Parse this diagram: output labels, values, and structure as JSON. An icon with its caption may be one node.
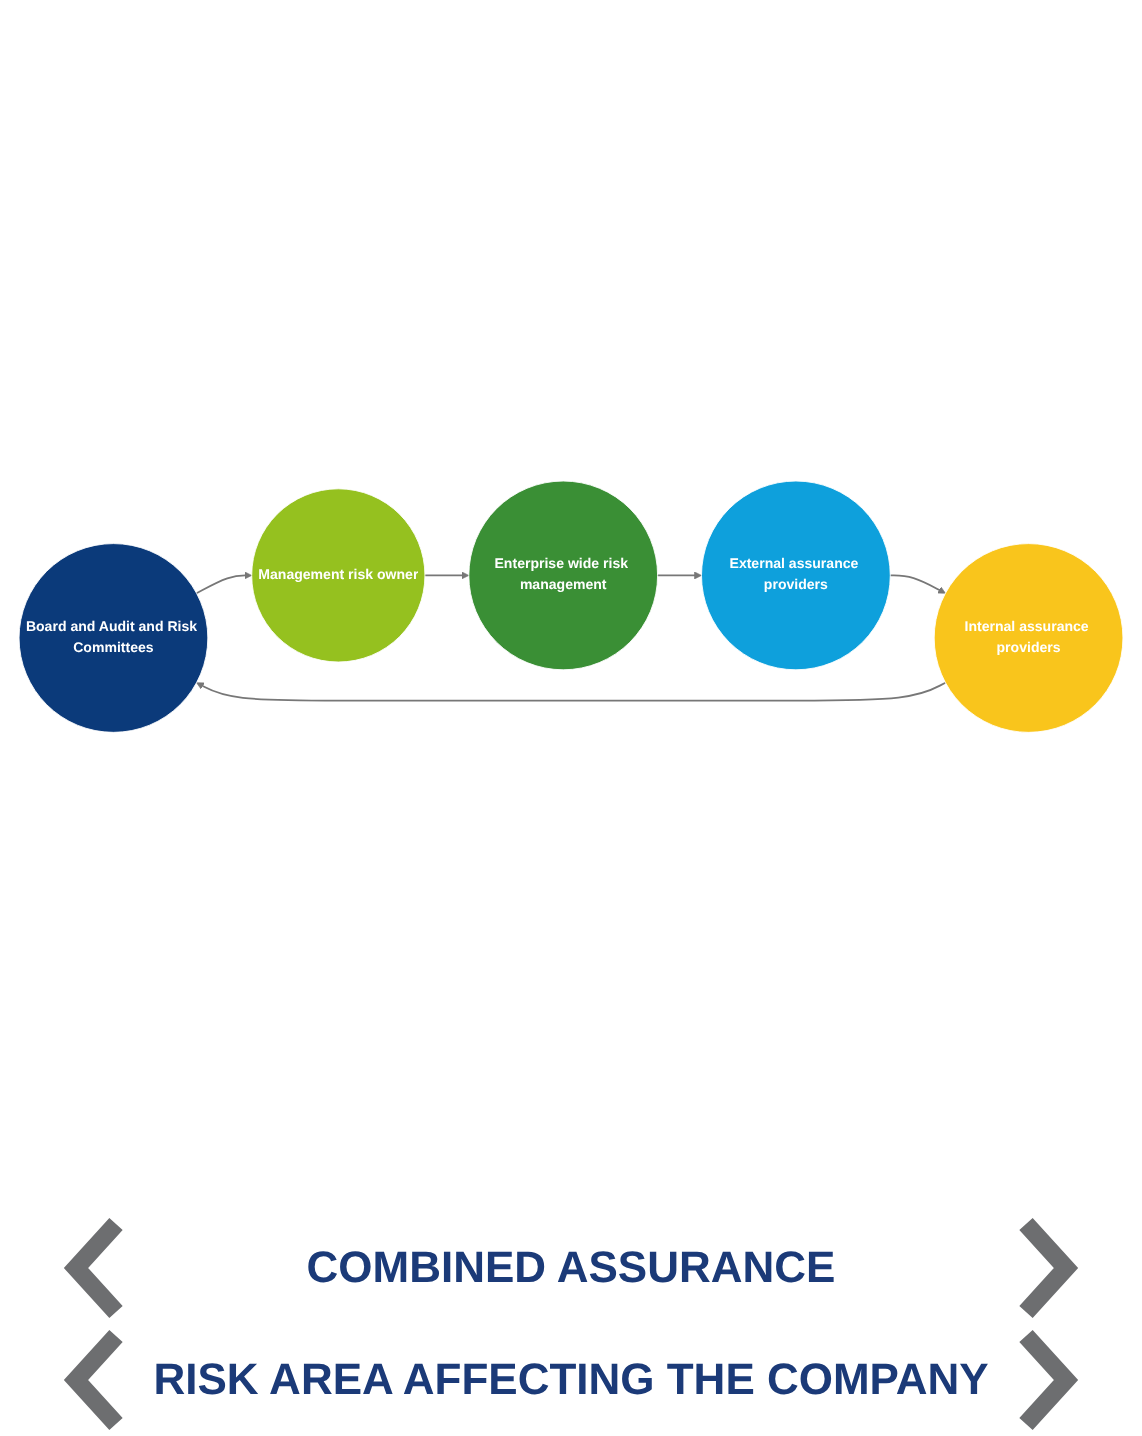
{
  "diagram": {
    "nodes": [
      {
        "text": [
          "Board and Audit and Risk Committees"
        ]
      },
      {
        "text": [
          "Management risk owner"
        ]
      },
      {
        "text": [
          "Enterprise wide risk management"
        ]
      },
      {
        "text": [
          "External assurance providers"
        ]
      },
      {
        "text": [
          "Internal assurance providers"
        ]
      }
    ],
    "edges": [
      {
        "from": 0,
        "to": 1,
        "arrow": "to"
      },
      {
        "from": 1,
        "to": 2,
        "arrow": "to"
      },
      {
        "from": 2,
        "to": 3,
        "arrow": "to"
      },
      {
        "from": 3,
        "to": 4,
        "arrow": "to"
      },
      {
        "from": 4,
        "to": 0,
        "arrow": "to"
      }
    ],
    "labels": [
      "COMBINED ASSURANCE",
      "RISK AREA AFFECTING THE COMPANY"
    ]
  }
}
